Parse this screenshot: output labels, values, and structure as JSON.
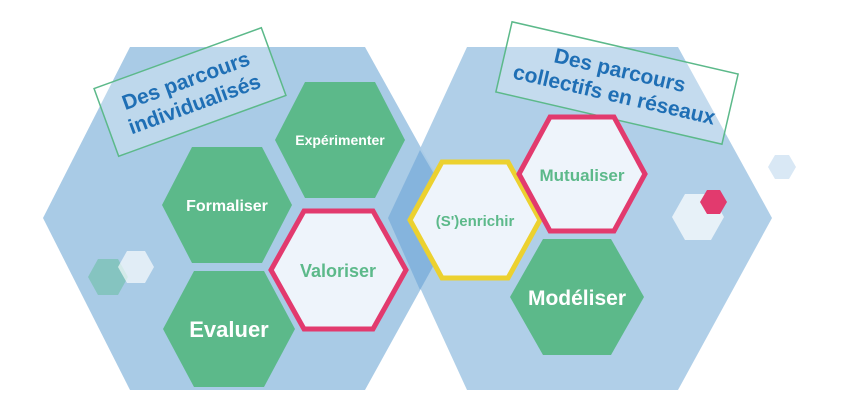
{
  "left_group": {
    "title_line1": "Des parcours",
    "title_line2": "individualisés"
  },
  "right_group": {
    "title_line1": "Des parcours",
    "title_line2": "collectifs en réseaux"
  },
  "hexagons": {
    "experimenter": "Expérimenter",
    "formaliser": "Formaliser",
    "valoriser": "Valoriser",
    "evaluer": "Evaluer",
    "enrichir": "(S')enrichir",
    "mutualiser": "Mutualiser",
    "modeliser": "Modéliser"
  },
  "colors": {
    "big_hex": "#a9cbe6",
    "green_hex": "#5cb98a",
    "pink_border": "#e23a6e",
    "yellow_border": "#ecd12f",
    "light_fill": "#eef4fb",
    "title_text": "#1f6fb5",
    "title_box_border": "#5cb98a"
  }
}
